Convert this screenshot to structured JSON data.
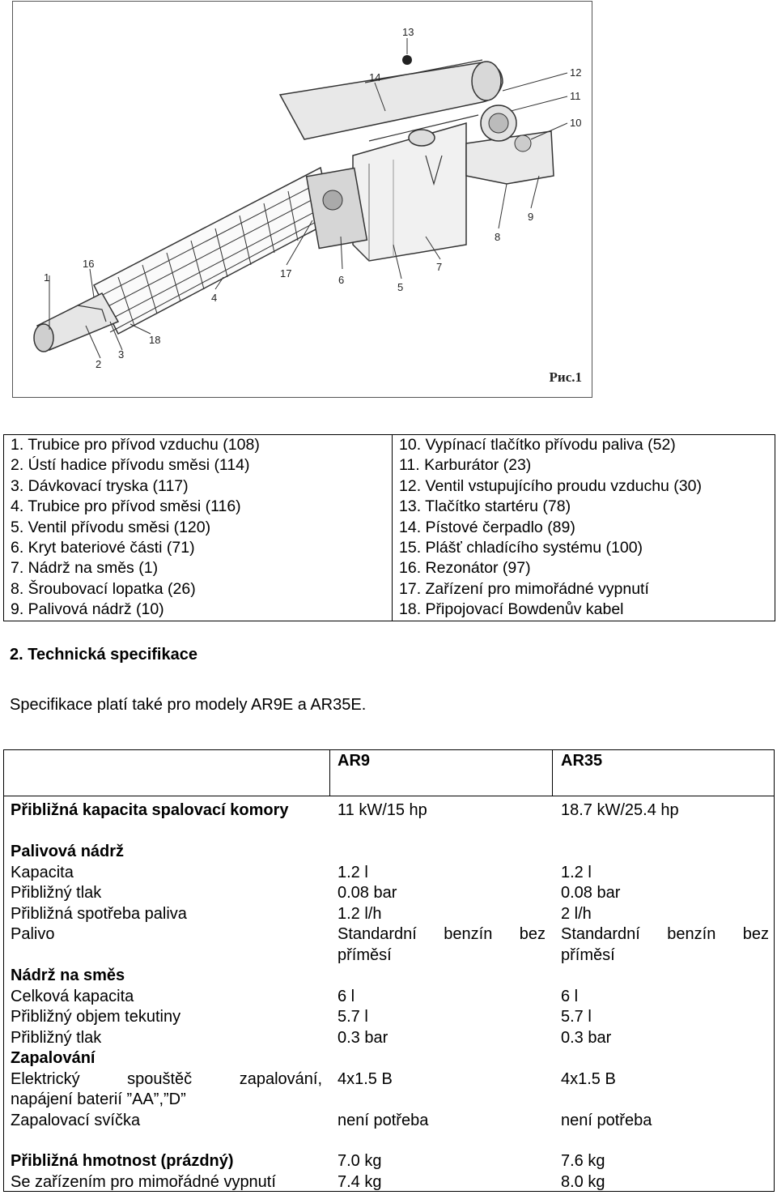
{
  "figure": {
    "caption": "Рис.1",
    "callouts": [
      "1",
      "2",
      "3",
      "4",
      "5",
      "6",
      "7",
      "8",
      "9",
      "10",
      "11",
      "12",
      "13",
      "14",
      "16",
      "17",
      "18"
    ]
  },
  "parts_table": {
    "rows": [
      [
        "1. Trubice pro přívod vzduchu (108)",
        "10. Vypínací tlačítko přívodu paliva (52)"
      ],
      [
        "2. Ústí hadice přívodu směsi (114)",
        "11. Karburátor (23)"
      ],
      [
        "3. Dávkovací tryska (117)",
        "12. Ventil vstupujícího proudu vzduchu (30)"
      ],
      [
        "4. Trubice pro přívod směsi (116)",
        "13. Tlačítko startéru (78)"
      ],
      [
        "5. Ventil přívodu směsi (120)",
        "14. Pístové čerpadlo (89)"
      ],
      [
        "6. Kryt bateriové části (71)",
        "15. Plášť chladícího systému (100)"
      ],
      [
        "7. Nádrž na směs (1)",
        "16. Rezonátor (97)"
      ],
      [
        "8. Šroubovací lopatka (26)",
        "17. Zařízení pro mimořádné vypnutí"
      ],
      [
        "9. Palivová nádrž (10)",
        "18. Připojovací Bowdenův kabel"
      ]
    ]
  },
  "section": {
    "heading": "2. Technická specifikace",
    "note": "Specifikace platí také pro modely AR9E a AR35E."
  },
  "spec": {
    "col_ar9": "AR9",
    "col_ar35": "AR35",
    "capacity": {
      "label": "Přibližná kapacita spalovací komory",
      "ar9": "11 kW/15 hp",
      "ar35": "18.7 kW/25.4 hp"
    },
    "fuel_tank": {
      "title": "Palivová nádrž",
      "labels": [
        "Kapacita",
        "Přibližný tlak",
        "Přibližná spotřeba paliva",
        "Palivo"
      ],
      "ar9": [
        "1.2 l",
        "0.08 bar",
        "1.2 l/h"
      ],
      "ar35": [
        "1.2 l",
        "0.08 bar",
        "2 l/h"
      ],
      "fuel_words": [
        "Standardní",
        "benzín",
        "bez"
      ],
      "fuel_word2": "příměsí"
    },
    "mix_tank": {
      "title": "Nádrž na směs",
      "labels": [
        "Celková kapacita",
        "Přibližný objem tekutiny",
        "Přibližný tlak"
      ],
      "ar9": [
        "6 l",
        "5.7 l",
        "0.3 bar"
      ],
      "ar35": [
        "6 l",
        "5.7 l",
        "0.3 bar"
      ]
    },
    "ignition": {
      "title": "Zapalování",
      "label_line1_words": [
        "Elektrický",
        "spouštěč",
        "zapalování,"
      ],
      "label_line2": "napájení baterií ”AA”,”D”",
      "label_spark": "Zapalovací svíčka",
      "ar9_battery": "4x1.5 B",
      "ar35_battery": "4x1.5 B",
      "ar9_spark": "není potřeba",
      "ar35_spark": "není potřeba"
    },
    "weight": {
      "title": "Přibližná hmotnost (prázdný)",
      "label2": "Se zařízením pro mimořádné vypnutí",
      "ar9": [
        "7.0 kg",
        "7.4 kg"
      ],
      "ar35": [
        "7.6 kg",
        "8.0 kg"
      ]
    }
  }
}
